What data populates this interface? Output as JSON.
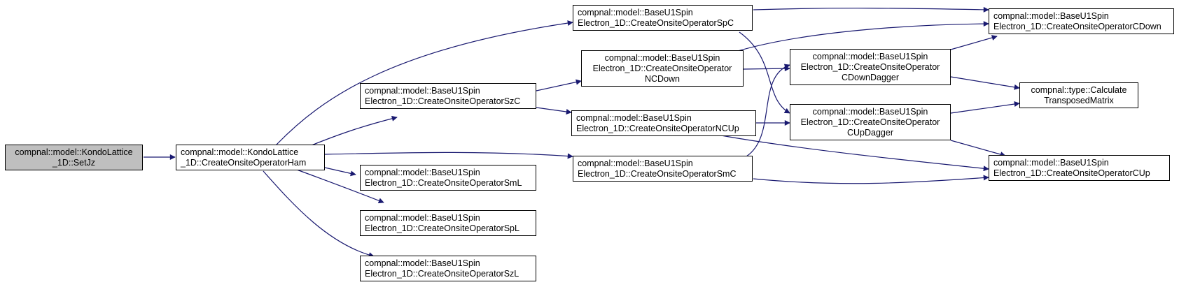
{
  "colors": {
    "edge": "#191970",
    "root_fill": "#bfbfbf",
    "node_fill": "#ffffff",
    "border": "#000000"
  },
  "nodes": {
    "setjz": {
      "lines": [
        "compnal::model::KondoLattice",
        "_1D::SetJz"
      ]
    },
    "ham": {
      "lines": [
        "compnal::model::KondoLattice",
        "_1D::CreateOnsiteOperatorHam"
      ]
    },
    "spc": {
      "lines": [
        "compnal::model::BaseU1Spin",
        "Electron_1D::CreateOnsiteOperatorSpC"
      ]
    },
    "szc": {
      "lines": [
        "compnal::model::BaseU1Spin",
        "Electron_1D::CreateOnsiteOperatorSzC"
      ]
    },
    "sml": {
      "lines": [
        "compnal::model::BaseU1Spin",
        "Electron_1D::CreateOnsiteOperatorSmL"
      ]
    },
    "spl": {
      "lines": [
        "compnal::model::BaseU1Spin",
        "Electron_1D::CreateOnsiteOperatorSpL"
      ]
    },
    "szl": {
      "lines": [
        "compnal::model::BaseU1Spin",
        "Electron_1D::CreateOnsiteOperatorSzL"
      ]
    },
    "ncdown": {
      "lines": [
        "compnal::model::BaseU1Spin",
        "Electron_1D::CreateOnsiteOperator",
        "NCDown"
      ]
    },
    "ncup": {
      "lines": [
        "compnal::model::BaseU1Spin",
        "Electron_1D::CreateOnsiteOperatorNCUp"
      ]
    },
    "smc": {
      "lines": [
        "compnal::model::BaseU1Spin",
        "Electron_1D::CreateOnsiteOperatorSmC"
      ]
    },
    "cdowndagger": {
      "lines": [
        "compnal::model::BaseU1Spin",
        "Electron_1D::CreateOnsiteOperator",
        "CDownDagger"
      ]
    },
    "cupdagger": {
      "lines": [
        "compnal::model::BaseU1Spin",
        "Electron_1D::CreateOnsiteOperator",
        "CUpDagger"
      ]
    },
    "cdown": {
      "lines": [
        "compnal::model::BaseU1Spin",
        "Electron_1D::CreateOnsiteOperatorCDown"
      ]
    },
    "transposed": {
      "lines": [
        "compnal::type::Calculate",
        "TransposedMatrix"
      ]
    },
    "cup": {
      "lines": [
        "compnal::model::BaseU1Spin",
        "Electron_1D::CreateOnsiteOperatorCUp"
      ]
    }
  }
}
